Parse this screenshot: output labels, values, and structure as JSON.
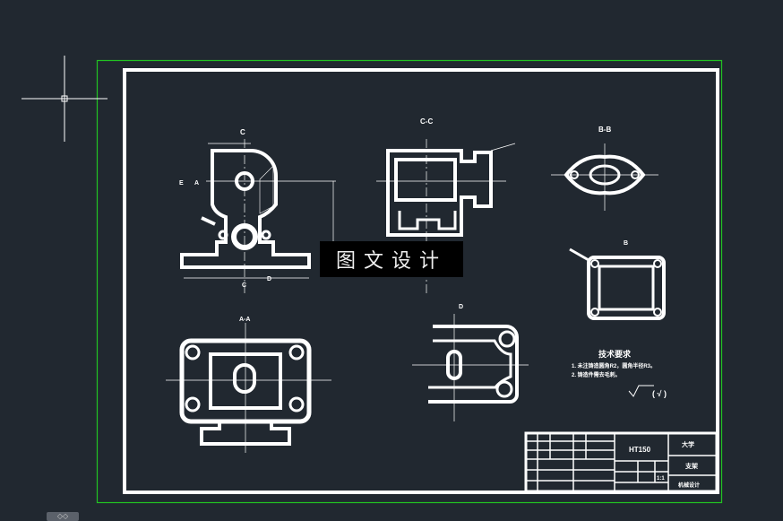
{
  "colors": {
    "background": "#212830",
    "viewport_border": "#22c322",
    "drawing": "#ffffff"
  },
  "views": {
    "section_c_label": "C",
    "section_cc_label": "C-C",
    "section_bb_label": "B-B",
    "section_aa_label": "A-A",
    "view_d_label": "D",
    "view_b_label": "B",
    "arrow_e_label": "E",
    "arrow_a_label": "A",
    "arrow_d_label": "D",
    "bottom_c_label": "C"
  },
  "technical_requirements": {
    "title": "技术要求",
    "items": [
      "1. 未注铸造圆角R2，圆角半径R3。",
      "2. 铸造件需去毛刺。"
    ],
    "roughness_note": "( √ )"
  },
  "title_block": {
    "material": "HT150",
    "school": "大学",
    "part_name": "支架",
    "drawing_no": "机械设计",
    "scale": "1:1"
  },
  "watermark": "图文设计",
  "crosshair_icon": "crosshair-cursor",
  "viewcube_icon": "navigation-cube"
}
